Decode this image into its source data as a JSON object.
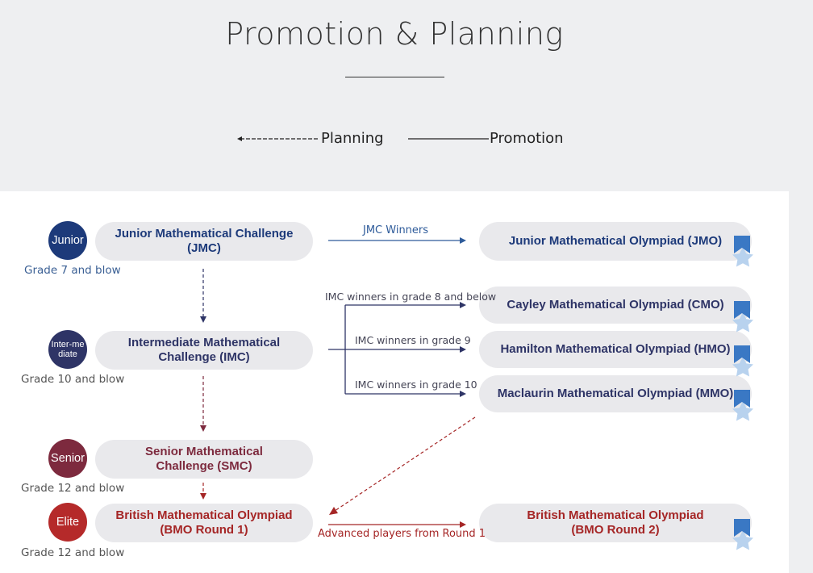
{
  "header": {
    "title": "Promotion & Planning",
    "legend_planning": "Planning",
    "legend_promotion": "Promotion"
  },
  "colors": {
    "junior_blue": "#1d3a7a",
    "intermediate_navy": "#2e3466",
    "senior_maroon": "#7d2a3e",
    "elite_red": "#b52a2a",
    "badge_blue": "#3a78c4",
    "badge_star": "#b8d2ee"
  },
  "levels": [
    {
      "badge": "Junior",
      "grade": "Grade 7 and blow",
      "challenge": "Junior Mathematical Challenge (JMC)"
    },
    {
      "badge": "Inter-mediate",
      "grade": "Grade 10 and blow",
      "challenge": "Intermediate Mathematical Challenge (IMC)"
    },
    {
      "badge": "Senior",
      "grade": "Grade 12 and blow",
      "challenge": "Senior Mathematical Challenge (SMC)"
    },
    {
      "badge": "Elite",
      "grade": "Grade 12 and blow",
      "challenge": "British Mathematical Olympiad (BMO Round 1)"
    }
  ],
  "olympiads": {
    "jmo": "Junior Mathematical Olympiad (JMO)",
    "cmo": "Cayley Mathematical Olympiad (CMO)",
    "hmo": "Hamilton Mathematical Olympiad (HMO)",
    "mmo": "Maclaurin Mathematical Olympiad (MMO)",
    "bmo2": "British Mathematical Olympiad (BMO Round 2)"
  },
  "arrows": {
    "jmc_winners": "JMC Winners",
    "imc_grade8": "IMC winners in grade 8 and below",
    "imc_grade9": "IMC winners in grade 9",
    "imc_grade10": "IMC winners in grade 10",
    "advanced": "Advanced players from Round 1"
  }
}
